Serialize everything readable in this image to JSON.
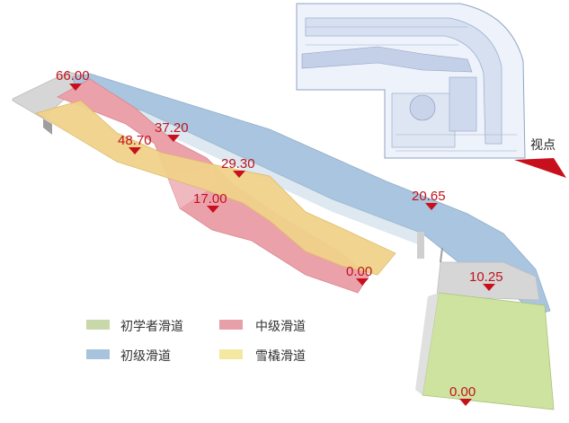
{
  "elevation_markers": [
    {
      "id": "m1",
      "label": "66.00"
    },
    {
      "id": "m2",
      "label": "37.20"
    },
    {
      "id": "m3",
      "label": "48.70"
    },
    {
      "id": "m4",
      "label": "29.30"
    },
    {
      "id": "m5",
      "label": "17.00"
    },
    {
      "id": "m6",
      "label": "20.65"
    },
    {
      "id": "m7",
      "label": "0.00"
    },
    {
      "id": "m8",
      "label": "10.25"
    },
    {
      "id": "m9",
      "label": "0.00"
    }
  ],
  "viewpoint": {
    "label": "视点"
  },
  "legend": [
    {
      "label": "初学者滑道",
      "color": "#c8d8a8"
    },
    {
      "label": "中级滑道",
      "color": "#e8a0a8"
    },
    {
      "label": "初级滑道",
      "color": "#a8c4dc"
    },
    {
      "label": "雪橇滑道",
      "color": "#f4e8a0"
    }
  ],
  "colors": {
    "marker": "#c8101c",
    "blue_run": "#a9c5df",
    "red_run": "#eba1aa",
    "yellow_run": "#f0d28a",
    "green_run": "#cfe3a1",
    "platform": "#d6d6d6"
  }
}
